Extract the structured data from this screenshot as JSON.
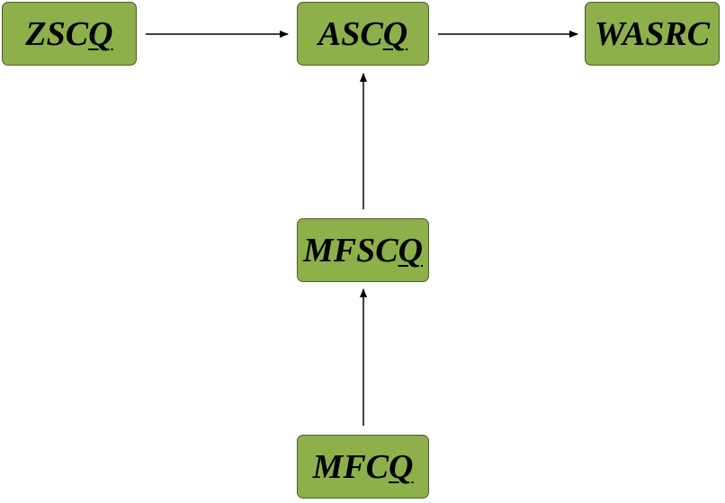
{
  "colors": {
    "node_fill": "#8db04a",
    "node_border": "#4a5a2a",
    "arrow": "#000000"
  },
  "nodes": {
    "zscq": {
      "prefix": "ZSC",
      "underlined": "Q",
      "suffix": ""
    },
    "ascq": {
      "prefix": "ASC",
      "underlined": "Q",
      "suffix": ""
    },
    "wasrc": {
      "prefix": "WASRC",
      "underlined": "",
      "suffix": ""
    },
    "mfscq": {
      "prefix": "MFSC",
      "underlined": "Q",
      "suffix": ""
    },
    "mfcq": {
      "prefix": "MFC",
      "underlined": "Q",
      "suffix": ""
    }
  },
  "edges": [
    {
      "from": "zscq",
      "to": "ascq"
    },
    {
      "from": "ascq",
      "to": "wasrc"
    },
    {
      "from": "mfscq",
      "to": "ascq"
    },
    {
      "from": "mfcq",
      "to": "mfscq"
    }
  ]
}
